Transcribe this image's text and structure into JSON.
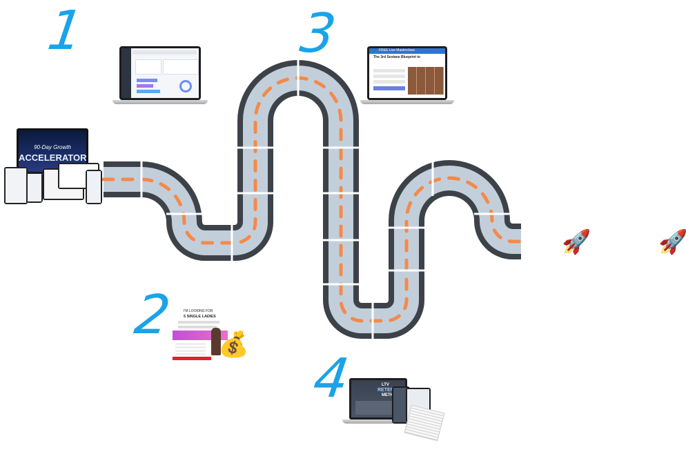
{
  "steps": [
    {
      "number": "1"
    },
    {
      "number": "2"
    },
    {
      "number": "3"
    },
    {
      "number": "4"
    }
  ],
  "rockets": [
    "🚀",
    "🚀"
  ],
  "step1_device": {
    "icon": "dashboard-laptop-icon"
  },
  "step2_ad": {
    "headline_top": "I'M LOOKING FOR",
    "headline_bold": "5 SINGLE LADIES",
    "money_bag": "💰"
  },
  "step3_device": {
    "banner": "FREE Live Masterclass",
    "headline": "The 3rd Sextane Blueprint to"
  },
  "step4_device": {
    "title_small": "LTV",
    "title_big": "RETENTION",
    "title_sub": "METHOD"
  },
  "accelerator": {
    "script": "90-Day Growth",
    "title": "ACCELERATOR™"
  },
  "colors": {
    "road_edge": "#3d4249",
    "road_fill": "#c2cfdb",
    "road_dash": "#f5894a",
    "step_number": "#1aa3e8"
  }
}
